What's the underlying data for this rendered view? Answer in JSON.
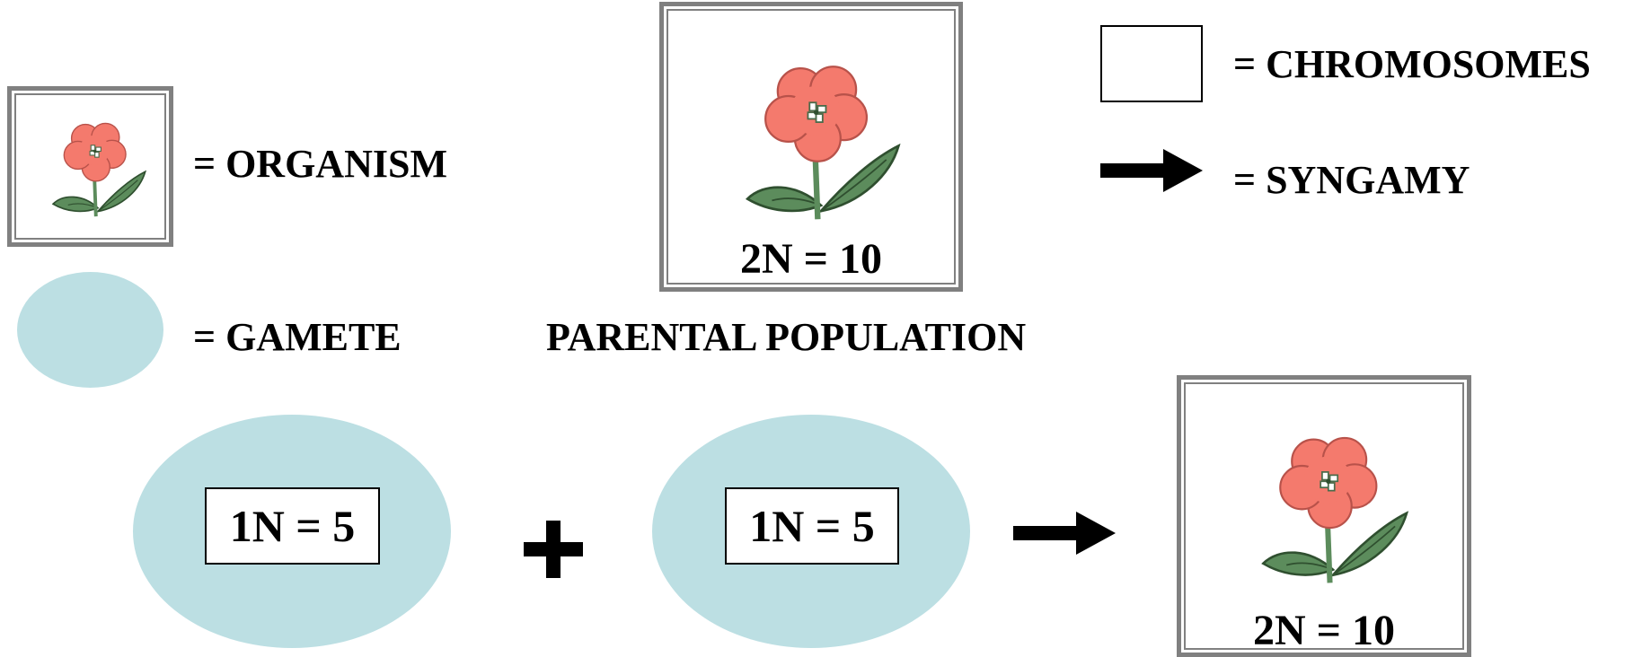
{
  "legend": {
    "organism_label": "= ORGANISM",
    "gamete_label": "= GAMETE",
    "chromosomes_label": "= CHROMOSOMES",
    "syngamy_label": "= SYNGAMY"
  },
  "parental": {
    "ploidy": "2N = 10",
    "caption": "PARENTAL POPULATION"
  },
  "gametes": [
    {
      "ploidy": "1N = 5"
    },
    {
      "ploidy": "1N = 5"
    }
  ],
  "offspring": {
    "ploidy": "2N = 10"
  },
  "colors": {
    "gamete_fill": "#bcdfe3",
    "frame_border": "#808080",
    "petal": "#f47a6d",
    "leaf": "#5c8c5c"
  },
  "icons": [
    "flower-icon",
    "arrow-icon",
    "plus-icon"
  ]
}
